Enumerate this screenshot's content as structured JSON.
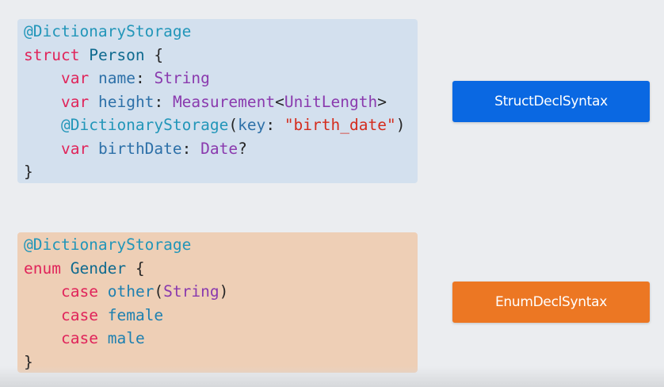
{
  "struct_block": {
    "line1_attr": "@DictionaryStorage",
    "line2_kw": "struct",
    "line2_name": "Person",
    "line2_brace": "{",
    "line3_kw": "var",
    "line3_name": "name",
    "line3_colon": ":",
    "line3_type": "String",
    "line4_kw": "var",
    "line4_name": "height",
    "line4_colon": ":",
    "line4_type": "Measurement",
    "line4_lt": "<",
    "line4_generic": "UnitLength",
    "line4_gt": ">",
    "line5_attr": "@DictionaryStorage",
    "line5_open": "(",
    "line5_param": "key",
    "line5_colon": ":",
    "line5_string": "\"birth_date\"",
    "line5_close": ")",
    "line6_kw": "var",
    "line6_name": "birthDate",
    "line6_colon": ":",
    "line6_type": "Date",
    "line6_opt": "?",
    "line7_brace": "}"
  },
  "enum_block": {
    "line1_attr": "@DictionaryStorage",
    "line2_kw": "enum",
    "line2_name": "Gender",
    "line2_brace": "{",
    "line3_kw": "case",
    "line3_name": "other",
    "line3_open": "(",
    "line3_type": "String",
    "line3_close": ")",
    "line4_kw": "case",
    "line4_name": "female",
    "line5_kw": "case",
    "line5_name": "male",
    "line6_brace": "}"
  },
  "tags": {
    "struct_label": "StructDeclSyntax",
    "enum_label": "EnumDeclSyntax"
  },
  "colors": {
    "struct_block_bg": "#d3e0ee",
    "enum_block_bg": "#eecfb6",
    "struct_tag_bg": "#0a68e2",
    "enum_tag_bg": "#ec7723",
    "attribute": "#2296b9",
    "keyword": "#e0245a",
    "type": "#8a3aae",
    "string": "#d42c1d"
  }
}
